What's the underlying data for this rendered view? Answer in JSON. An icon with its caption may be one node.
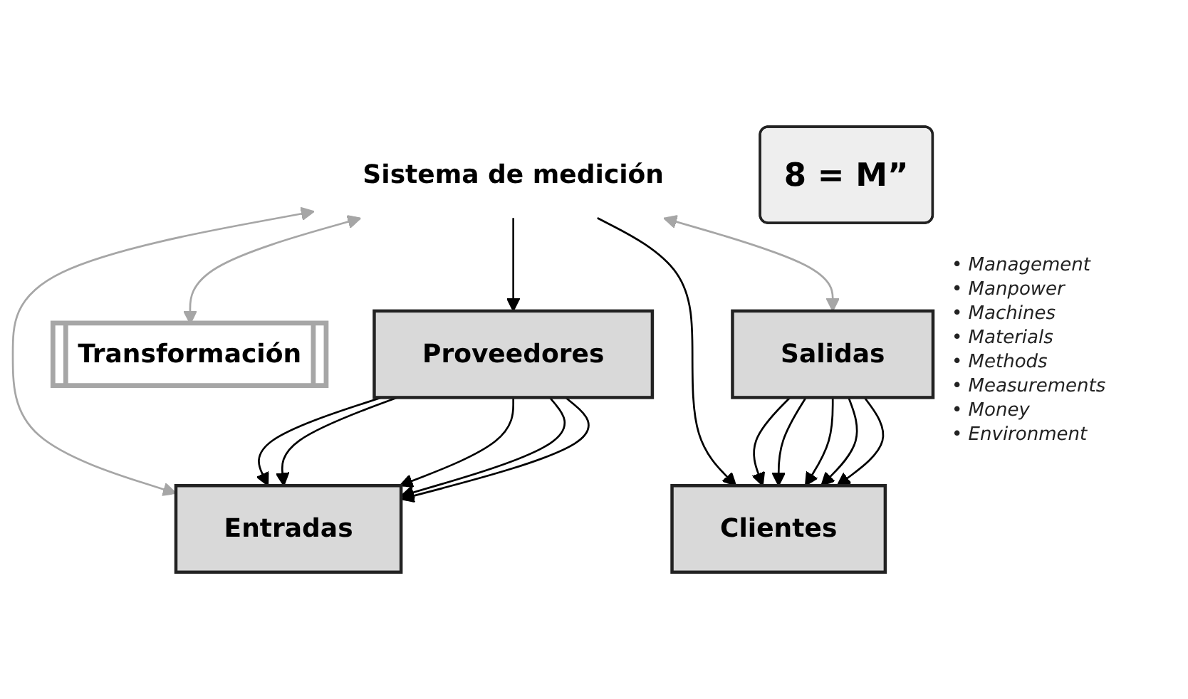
{
  "diagram": {
    "nodes": [
      {
        "text": [
          "Sistema de medición"
        ]
      },
      {
        "text": [
          "Proveedores"
        ]
      },
      {
        "text": [
          "Entradas"
        ]
      },
      {
        "text": [
          "Transformación"
        ]
      },
      {
        "text": [
          "8 = M”"
        ]
      },
      {
        "text": [
          "Salidas"
        ]
      },
      {
        "text": [
          "Clientes"
        ]
      }
    ],
    "edges": [
      {
        "from": 0,
        "to": 1,
        "arrow": "to"
      },
      {
        "from": 0,
        "to": 2,
        "arrow": "both",
        "color": "#a6a6a6"
      },
      {
        "from": 0,
        "to": 3,
        "arrow": "both",
        "color": "#a6a6a6"
      },
      {
        "from": 0,
        "to": 5,
        "arrow": "both",
        "color": "#a6a6a6"
      },
      {
        "from": 0,
        "to": 6,
        "arrow": "to"
      },
      {
        "from": 1,
        "to": 2,
        "arrow": "to"
      },
      {
        "from": 1,
        "to": 2,
        "arrow": "to"
      },
      {
        "from": 1,
        "to": 2,
        "arrow": "to"
      },
      {
        "from": 1,
        "to": 2,
        "arrow": "to"
      },
      {
        "from": 1,
        "to": 2,
        "arrow": "to"
      },
      {
        "from": 5,
        "to": 6,
        "arrow": "to"
      },
      {
        "from": 5,
        "to": 6,
        "arrow": "to"
      },
      {
        "from": 5,
        "to": 6,
        "arrow": "to"
      },
      {
        "from": 5,
        "to": 6,
        "arrow": "to"
      },
      {
        "from": 5,
        "to": 6,
        "arrow": "to"
      }
    ],
    "labels": [
      "• Management",
      "• Manpower",
      "• Machines",
      "• Materials",
      "• Methods",
      "• Measurements",
      "• Money",
      "• Environment"
    ]
  }
}
